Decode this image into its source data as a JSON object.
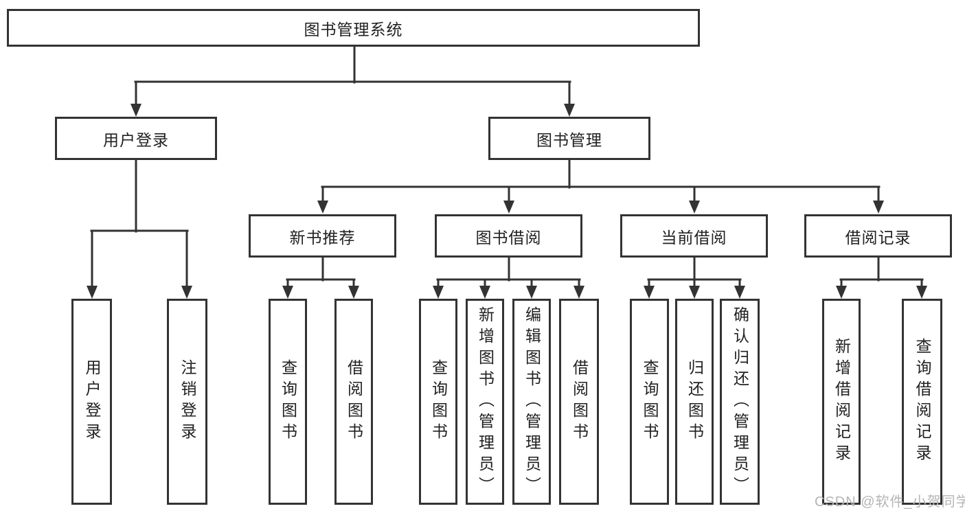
{
  "diagram": {
    "root": {
      "label": "图书管理系统"
    },
    "level2": [
      {
        "label": "用户登录",
        "children": [
          {
            "label": "用户登录"
          },
          {
            "label": "注销登录"
          }
        ]
      },
      {
        "label": "图书管理",
        "sections": [
          {
            "label": "新书推荐",
            "children": [
              {
                "label": "查询图书"
              },
              {
                "label": "借阅图书"
              }
            ]
          },
          {
            "label": "图书借阅",
            "children": [
              {
                "label": "查询图书"
              },
              {
                "label": "新增图书（管理员）"
              },
              {
                "label": "编辑图书（管理员）"
              },
              {
                "label": "借阅图书"
              }
            ]
          },
          {
            "label": "当前借阅",
            "children": [
              {
                "label": "查询图书"
              },
              {
                "label": "归还图书"
              },
              {
                "label": "确认归还（管理员）"
              }
            ]
          },
          {
            "label": "借阅记录",
            "children": [
              {
                "label": "新增借阅记录"
              },
              {
                "label": "查询借阅记录"
              }
            ]
          }
        ]
      }
    ],
    "colors": {
      "line": "#333333",
      "text": "#212121",
      "box_background": "#ffffff",
      "watermark": "#b5b5b5"
    }
  },
  "watermark": {
    "text": "CSDN @软件_小贺同学"
  }
}
